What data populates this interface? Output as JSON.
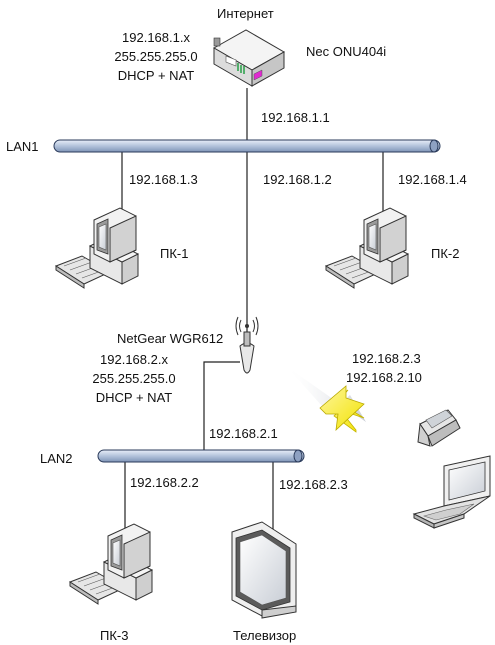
{
  "internet_label": "Интернет",
  "modem": {
    "name": "Nec ONU404i",
    "config": [
      "192.168.1.x",
      "255.255.255.0",
      "DHCP + NAT"
    ]
  },
  "lan1": {
    "name": "LAN1",
    "modem_ip": "192.168.1.1",
    "router_ip": "192.168.1.2",
    "pc1_ip": "192.168.1.3",
    "pc2_ip": "192.168.1.4"
  },
  "router": {
    "name": "NetGear WGR612",
    "config": [
      "192.168.2.x",
      "255.255.255.0",
      "DHCP + NAT"
    ]
  },
  "lan2": {
    "name": "LAN2",
    "router_ip": "192.168.2.1",
    "pc3_ip": "192.168.2.2",
    "tv_ip": "192.168.2.3"
  },
  "wireless": {
    "ips": [
      "192.168.2.3",
      "192.168.2.10"
    ]
  },
  "devices": {
    "pc1": "ПК-1",
    "pc2": "ПК-2",
    "pc3": "ПК-3",
    "tv": "Телевизор"
  }
}
